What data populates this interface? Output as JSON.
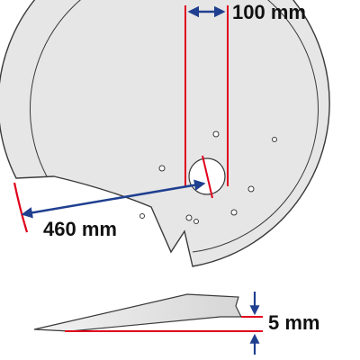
{
  "labels": {
    "width_dimension": "100 mm",
    "radius_dimension": "460 mm",
    "thickness_dimension": "5 mm"
  },
  "colors": {
    "blade_fill": "#e6e6e6",
    "blade_outline": "#3a3a3a",
    "measure_line": "#e0001b",
    "arrow": "#1f3f8f",
    "text": "#111111"
  }
}
